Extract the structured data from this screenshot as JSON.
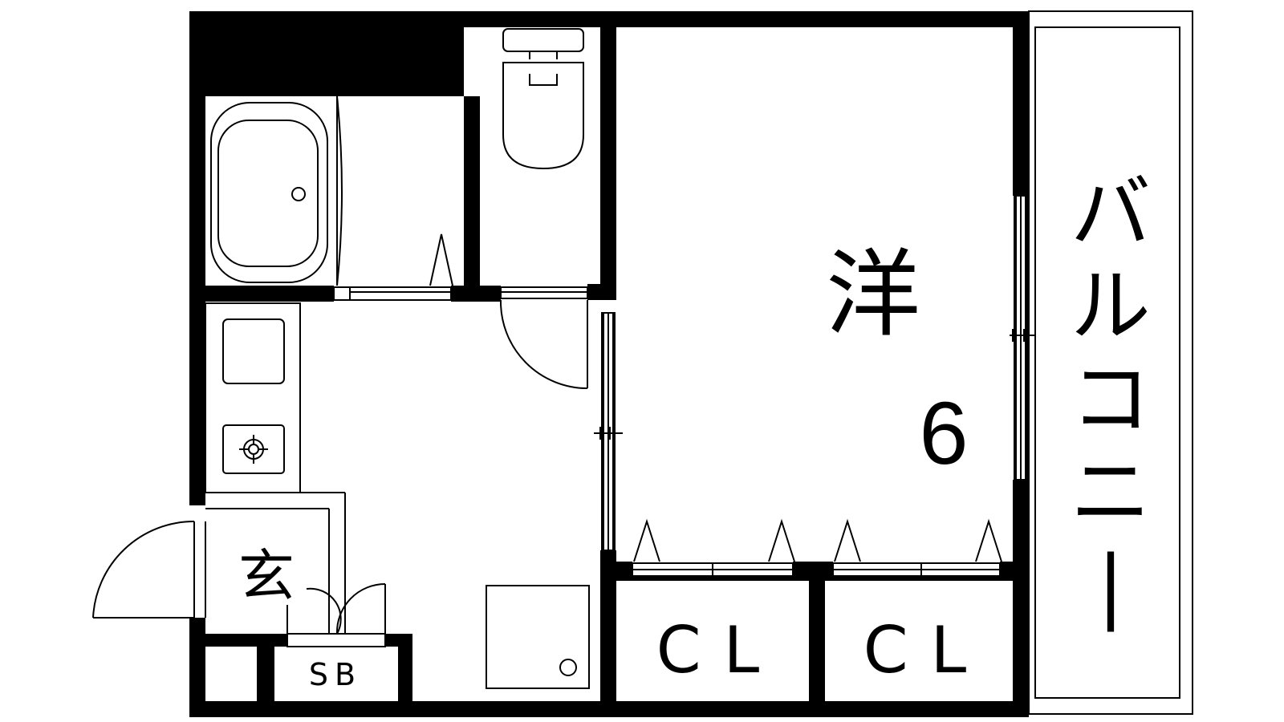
{
  "floorplan": {
    "rooms": {
      "western_room_label": "洋",
      "western_room_size": "6",
      "balcony_label": "バルコニー",
      "entrance_label": "玄",
      "shoe_box_label": "SB",
      "closet_left_label": "CL",
      "closet_right_label": "CL"
    }
  }
}
